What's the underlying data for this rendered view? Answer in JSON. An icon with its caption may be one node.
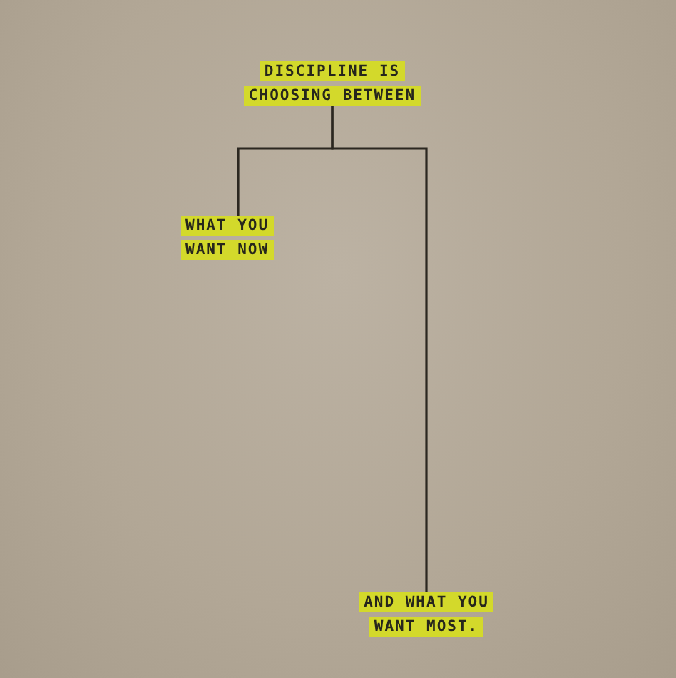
{
  "diagram": {
    "nodes": [
      {
        "text": [
          "DISCIPLINE IS CHOOSING BETWEEN"
        ]
      },
      {
        "text": [
          "WHAT YOU WANT NOW"
        ]
      },
      {
        "text": [
          "AND WHAT YOU WANT MOST."
        ]
      }
    ],
    "edges": [
      {
        "from": 0,
        "to": 1,
        "arrow": "none"
      },
      {
        "from": 0,
        "to": 2,
        "arrow": "none"
      }
    ]
  }
}
